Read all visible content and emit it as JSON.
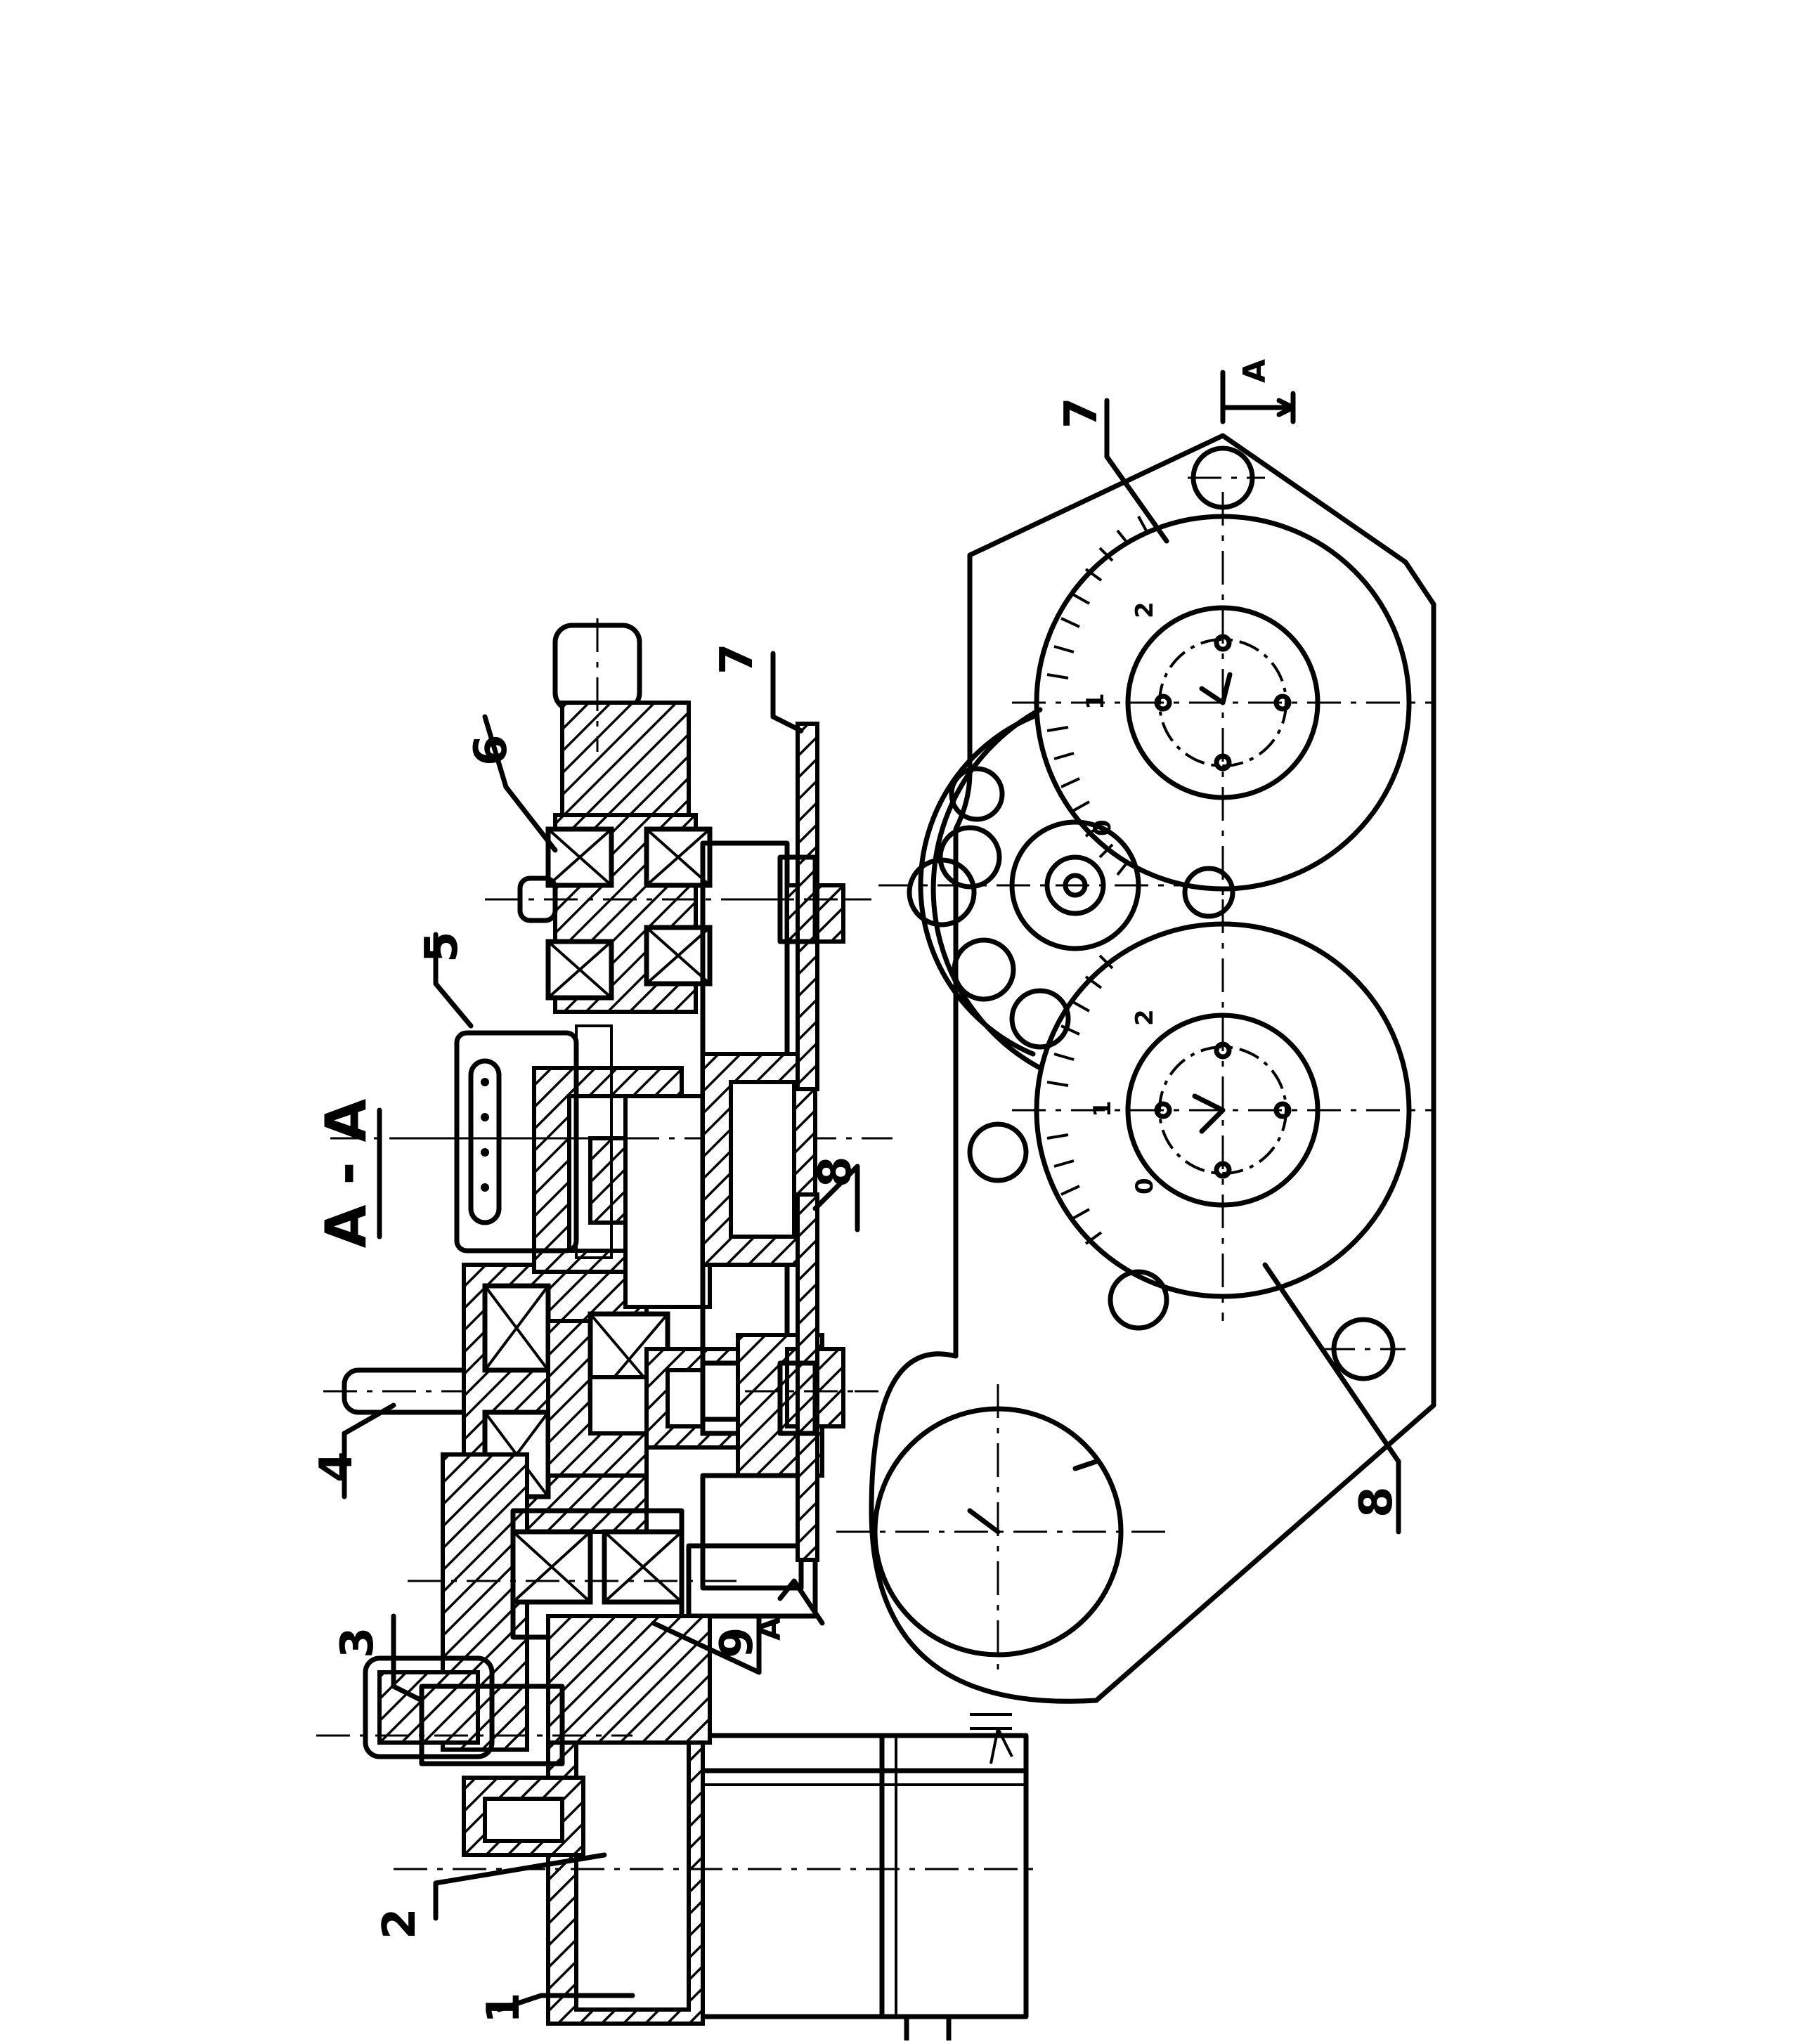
{
  "section_title": "A - A",
  "section_marks": [
    "A",
    "A"
  ],
  "labels": [
    "1",
    "2",
    "3",
    "4",
    "5",
    "6",
    "7",
    "8",
    "9",
    "7",
    "8"
  ],
  "dial_7": {
    "scale": [
      "0",
      "1",
      "2"
    ]
  },
  "dial_8": {
    "scale": [
      "0",
      "1",
      "2"
    ]
  }
}
